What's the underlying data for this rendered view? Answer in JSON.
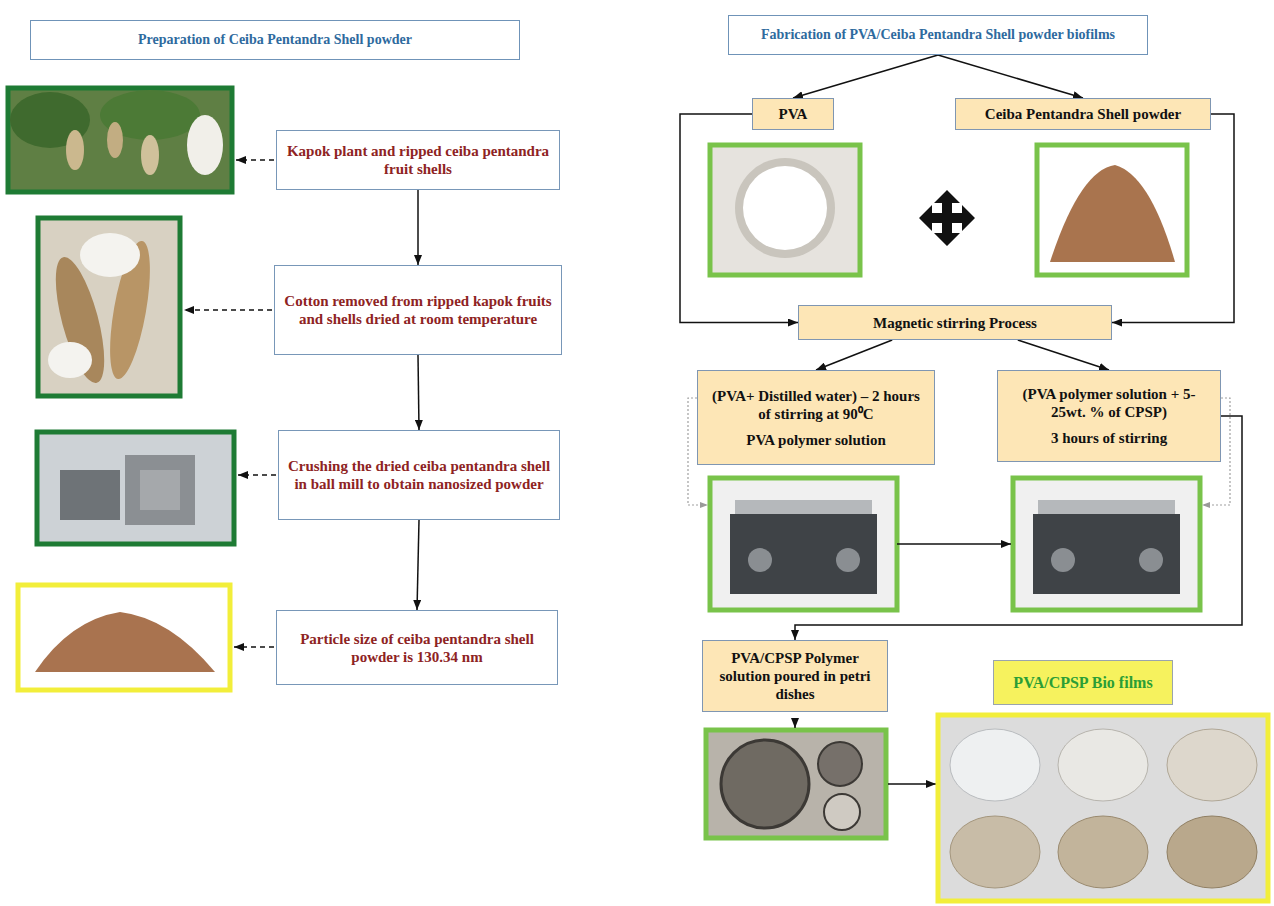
{
  "diagram": {
    "nodes": [
      {
        "text": [
          "Preparation of Ceiba Pentandra Shell powder"
        ]
      },
      {
        "text": [
          "Kapok plant and ripped ceiba pentandra fruit shells"
        ]
      },
      {
        "text": [
          "Cotton removed from ripped kapok fruits and shells dried at room temperature"
        ]
      },
      {
        "text": [
          "Crushing the dried ceiba pentandra shell in ball mill to obtain nanosized powder"
        ]
      },
      {
        "text": [
          "Particle size of ceiba pentandra shell powder is 130.34 nm"
        ]
      },
      {
        "text": [
          "Fabrication of PVA/Ceiba Pentandra Shell powder biofilms"
        ]
      },
      {
        "text": [
          "PVA"
        ]
      },
      {
        "text": [
          "Ceiba Pentandra Shell powder"
        ]
      },
      {
        "text": [
          "Magnetic stirring Process"
        ]
      },
      {
        "text": [
          "(PVA+ Distilled water) – 2 hours of stirring at 90⁰C",
          "PVA polymer solution"
        ]
      },
      {
        "text": [
          "(PVA polymer solution + 5-25wt. % of CPSP)",
          "3 hours of stirring"
        ]
      },
      {
        "text": [
          "PVA/CPSP Polymer solution poured in petri dishes"
        ]
      },
      {
        "text": [
          "PVA/CPSP Bio films"
        ]
      }
    ],
    "edges": [
      {
        "from": 1,
        "to": 2,
        "arrow": "to"
      },
      {
        "from": 2,
        "to": 3,
        "arrow": "to"
      },
      {
        "from": 3,
        "to": 4,
        "arrow": "to"
      },
      {
        "from": 5,
        "to": 6,
        "arrow": "to"
      },
      {
        "from": 5,
        "to": 7,
        "arrow": "to"
      },
      {
        "from": 6,
        "to": 8,
        "arrow": "to"
      },
      {
        "from": 7,
        "to": 8,
        "arrow": "to"
      },
      {
        "from": 8,
        "to": 9,
        "arrow": "to"
      },
      {
        "from": 8,
        "to": 10,
        "arrow": "to"
      },
      {
        "from": 10,
        "to": 11,
        "arrow": "to"
      }
    ]
  }
}
